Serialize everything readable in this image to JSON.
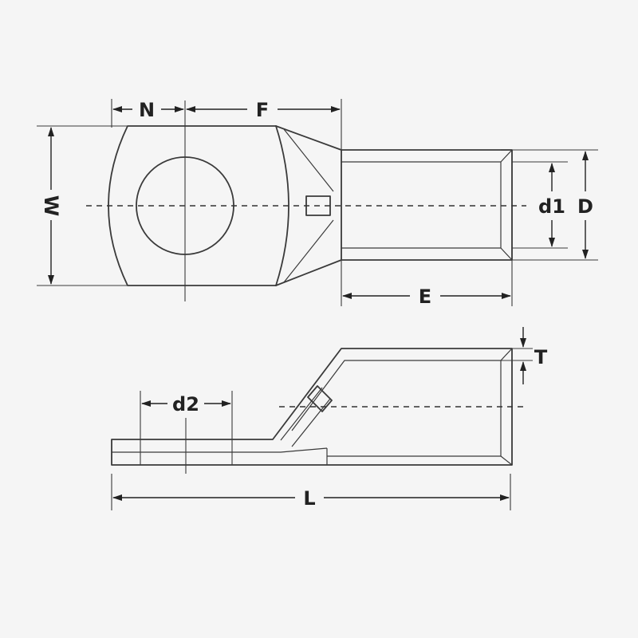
{
  "diagram": {
    "labels": {
      "N": "N",
      "F": "F",
      "W": "W",
      "d1": "d1",
      "D": "D",
      "E": "E",
      "T": "T",
      "d2": "d2",
      "L": "L"
    },
    "colors": {
      "background": "#f5f5f5",
      "line": "#3a3a3a",
      "text": "#222222"
    }
  }
}
